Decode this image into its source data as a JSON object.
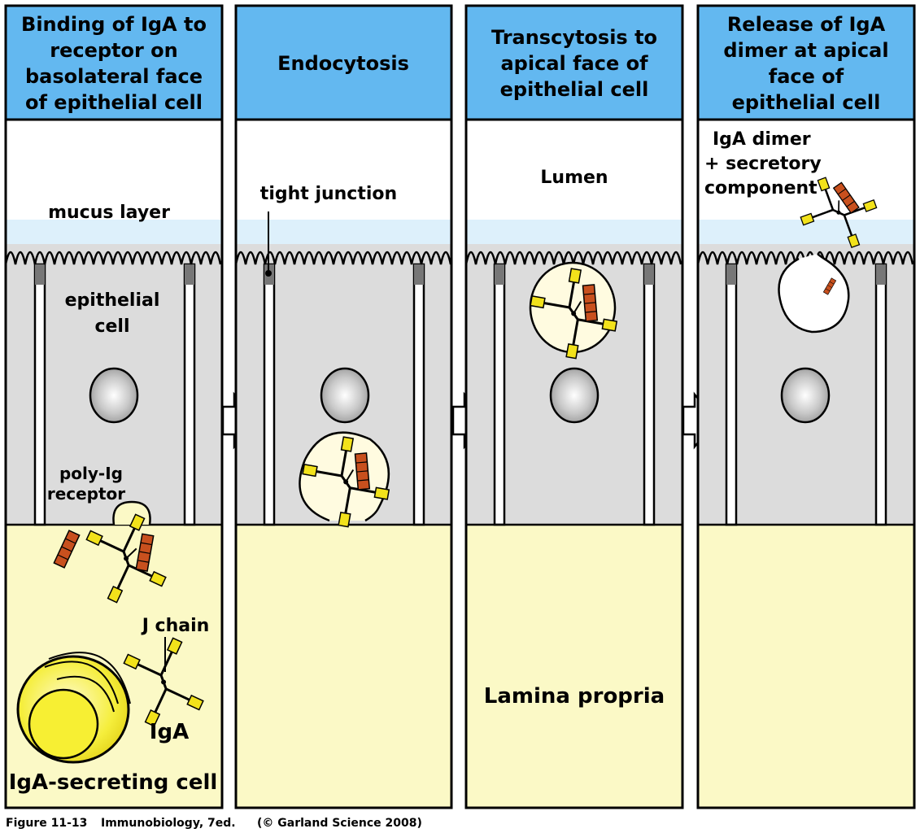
{
  "panels": [
    {
      "title_lines": [
        "Binding of IgA to",
        "receptor on",
        "basolateral face",
        "of epithelial cell"
      ]
    },
    {
      "title_lines": [
        "Endocytosis"
      ]
    },
    {
      "title_lines": [
        "Transcytosis to",
        "apical face of",
        "epithelial cell"
      ]
    },
    {
      "title_lines": [
        "Release of IgA",
        "dimer at apical",
        "face of",
        "epithelial cell"
      ]
    }
  ],
  "labels": {
    "mucus_layer": "mucus layer",
    "epithelial_cell_1": "epithelial",
    "epithelial_cell_2": "cell",
    "poly_ig_1": "poly-Ig",
    "poly_ig_2": "receptor",
    "j_chain": "J chain",
    "iga": "IgA",
    "iga_secreting_cell": "IgA-secreting cell",
    "tight_junction": "tight junction",
    "lumen": "Lumen",
    "lamina_propria": "Lamina propria",
    "dimer_1": "IgA dimer",
    "dimer_2": "+ secretory",
    "dimer_3": "component"
  },
  "caption": {
    "figure": "Figure 11-13",
    "book": "Immunobiology, 7ed.",
    "copyright": "(© Garland Science 2008)"
  },
  "colors": {
    "header_blue": "#63b8f0",
    "mucus": "#ddf0fb",
    "cell_gray": "#dcdcdc",
    "lamina": "#fbf9c6",
    "iga_yellow": "#f2e21b",
    "receptor_brown": "#c8501e",
    "plasma_cell": "#f5ee3c"
  }
}
